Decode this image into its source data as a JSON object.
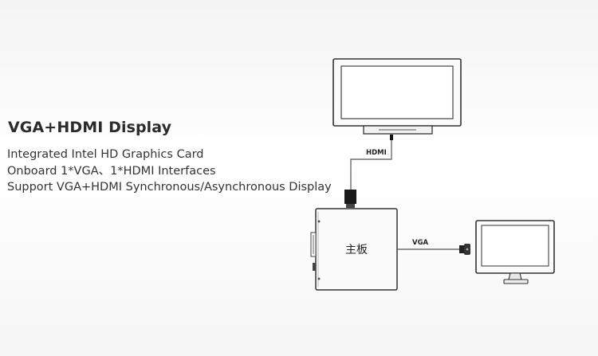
{
  "heading": "VGA+HDMI Display",
  "features": [
    "Integrated Intel HD Graphics Card",
    "Onboard 1*VGA、1*HDMI Interfaces",
    "Support VGA+HDMI Synchronous/Asynchronous Display"
  ],
  "diagram": {
    "board_label": "主板",
    "hdmi_label": "HDMI",
    "vga_label": "VGA"
  }
}
